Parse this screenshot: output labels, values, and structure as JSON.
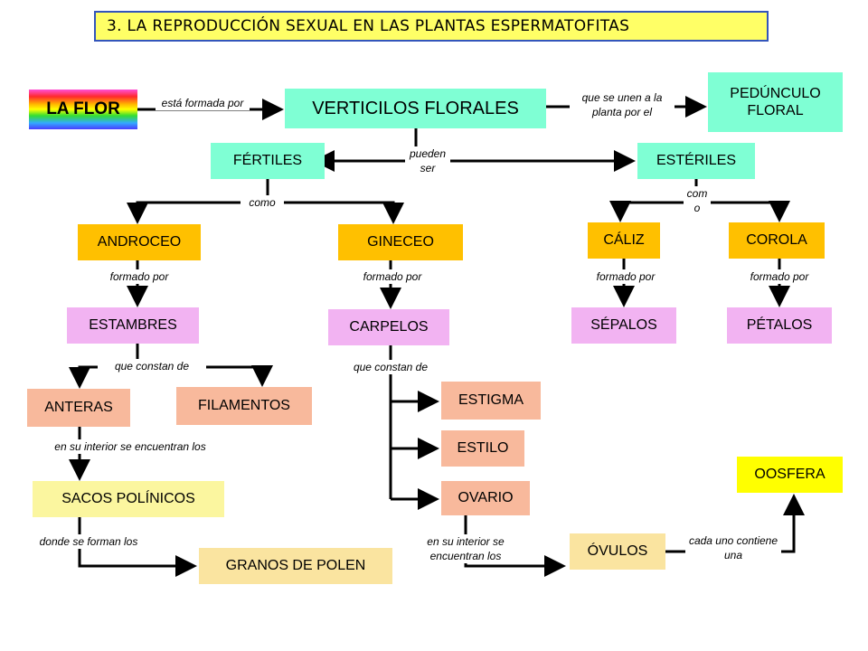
{
  "title": "3. LA REPRODUCCIÓN SEXUAL EN LAS PLANTAS ESPERMATOFITAS",
  "nodes": {
    "flor": "LA FLOR",
    "verticilos": "VERTICILOS FLORALES",
    "pedunculo": "PEDÚNCULO FLORAL",
    "fertiles": "FÉRTILES",
    "esteriles": "ESTÉRILES",
    "androceo": "ANDROCEO",
    "gineceo": "GINECEO",
    "caliz": "CÁLIZ",
    "corola": "COROLA",
    "estambres": "ESTAMBRES",
    "carpelos": "CARPELOS",
    "sepalos": "SÉPALOS",
    "petalos": "PÉTALOS",
    "anteras": "ANTERAS",
    "filamentos": "FILAMENTOS",
    "estigma": "ESTIGMA",
    "estilo": "ESTILO",
    "ovario": "OVARIO",
    "sacos": "SACOS POLÍNICOS",
    "granos": "GRANOS DE POLEN",
    "ovulos": "ÓVULOS",
    "oosfera": "OOSFERA"
  },
  "links": {
    "esta_formada_por": "está formada por",
    "que_se_unen": "que se unen a la planta por el",
    "pueden_ser": "pueden ser",
    "como": "como",
    "como_split": "com o",
    "formado_por_androceo": "formado por",
    "formado_por_gineceo": "formado por",
    "formado_por_caliz": "formado por",
    "formado_por_corola": "formado por",
    "que_constan_estambres": "que constan de",
    "que_constan_carpelos": "que constan de",
    "interior_anteras": "en su interior se encuentran los",
    "donde_se_forman": "donde se forman los",
    "interior_ovario": "en su interior se encuentran los",
    "cada_uno": "cada uno contiene una"
  },
  "colors": {
    "title_bg": "#ffff66",
    "title_border": "#3355bb",
    "teal": "#7fffd4",
    "orange": "#ffc000",
    "pink": "#f2b3f2",
    "salmon": "#f8b99c",
    "lemon": "#fbf69f",
    "wheat": "#fae4a0",
    "yellow": "#ffff00",
    "connector": "#000000"
  }
}
